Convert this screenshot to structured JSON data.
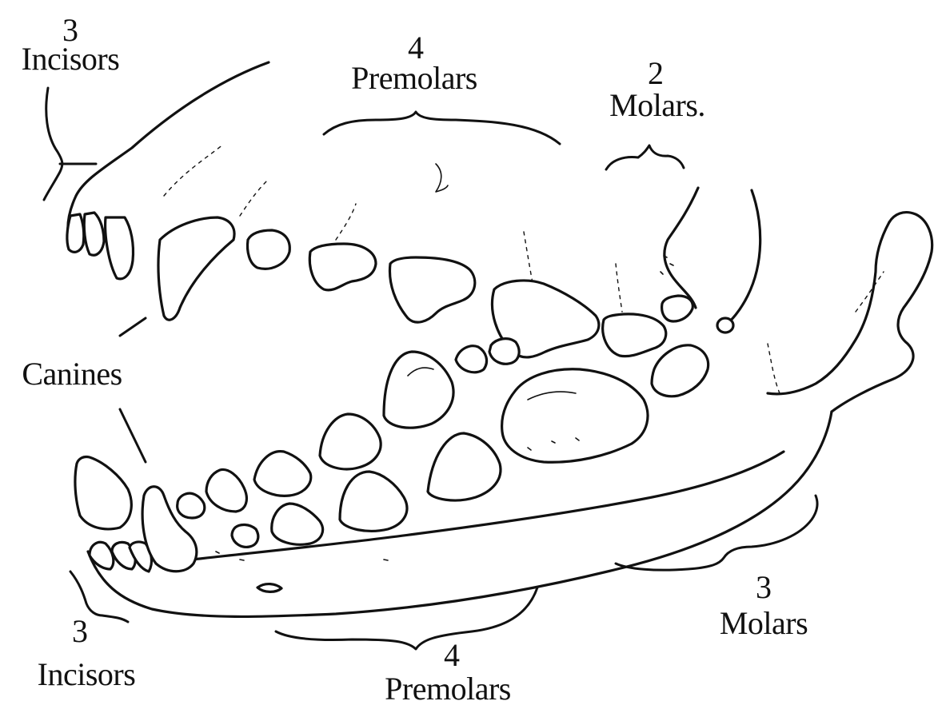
{
  "labels": {
    "upper_incisors": {
      "count": "3",
      "name": "Incisors"
    },
    "upper_premolars": {
      "count": "4",
      "name": "Premolars"
    },
    "upper_molars": {
      "count": "2",
      "name": "Molars."
    },
    "canines": {
      "name": "Canines"
    },
    "lower_incisors": {
      "count": "3",
      "name": "Incisors"
    },
    "lower_premolars": {
      "count": "4",
      "name": "Premolars"
    },
    "lower_molars": {
      "count": "3",
      "name": "Molars"
    }
  }
}
